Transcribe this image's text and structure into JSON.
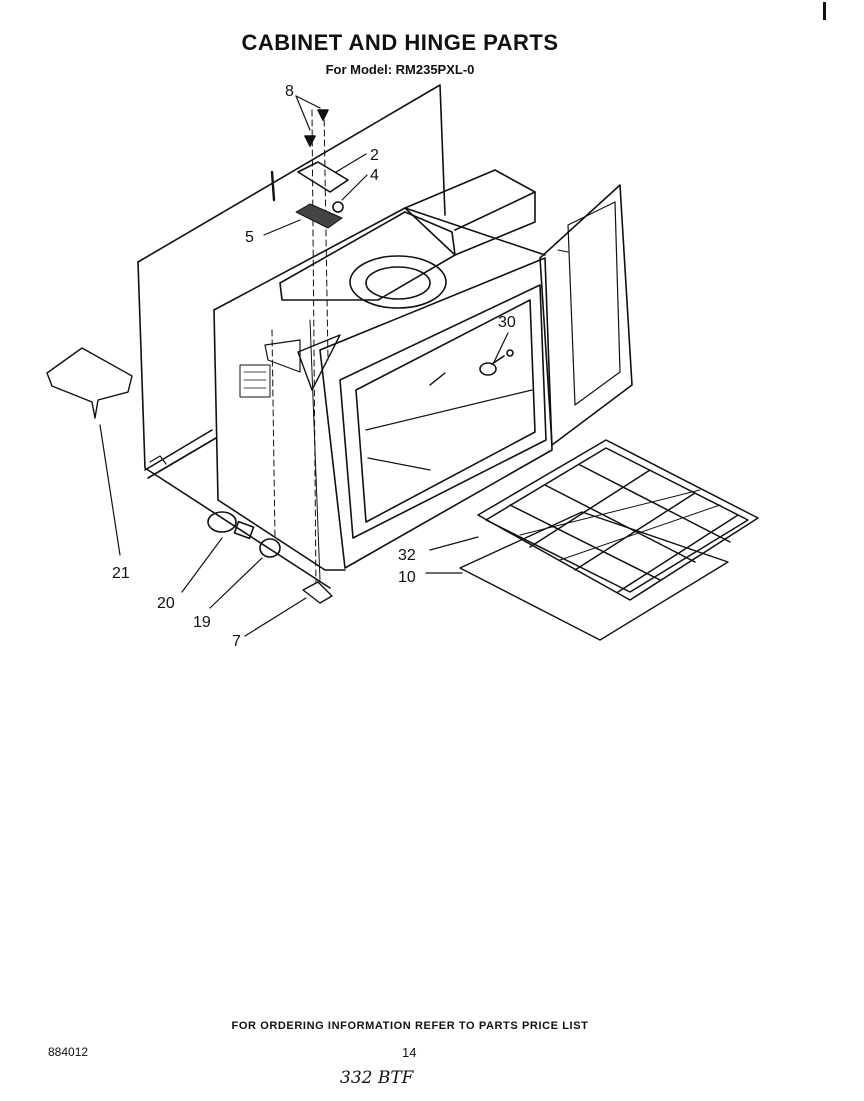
{
  "header": {
    "title": "CABINET AND HINGE PARTS",
    "model": "For Model: RM235PXL-0"
  },
  "callouts": [
    "8",
    "2",
    "4",
    "5",
    "30",
    "21",
    "20",
    "19",
    "7",
    "32",
    "10"
  ],
  "footer": {
    "ordering_note": "FOR ORDERING INFORMATION REFER TO PARTS PRICE LIST",
    "doc_number": "884012",
    "page_number": "14",
    "handwritten_note": "332 BTF"
  }
}
